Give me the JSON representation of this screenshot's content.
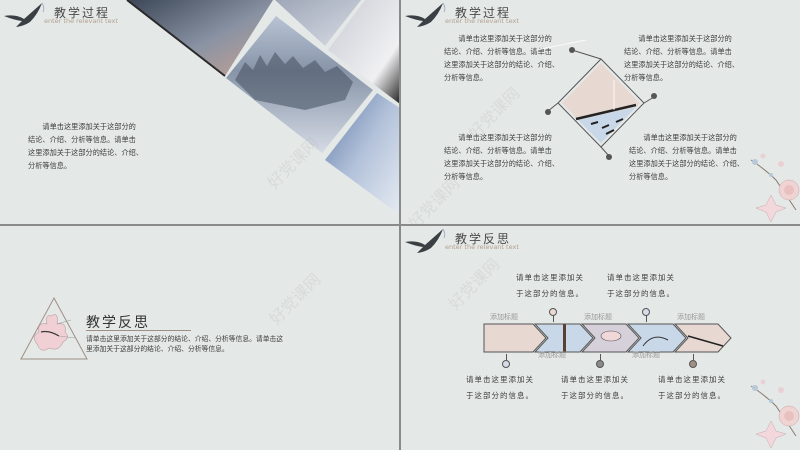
{
  "slides": [
    {
      "id": "slide-1",
      "header": {
        "title": "教学过程",
        "subtitle": "enter the relevant text"
      },
      "paragraph": [
        "请单击这里添加关于这部分的",
        "结论、介绍、分析等信息。请单击",
        "这里添加关于这部分的结论、介绍、",
        "分析等信息。"
      ]
    },
    {
      "id": "slide-2",
      "header": {
        "title": "教学过程",
        "subtitle": "enter the relevant text"
      },
      "blocks": [
        [
          "请单击这里添加关于这部分的",
          "结论、介绍、分析等信息。请单击",
          "这里添加关于这部分的结论、介绍、",
          "分析等信息。"
        ],
        [
          "请单击这里添加关于这部分的",
          "结论、介绍、分析等信息。请单击",
          "这里添加关于这部分的结论、介绍、",
          "分析等信息。"
        ],
        [
          "请单击这里添加关于这部分的",
          "结论、介绍、分析等信息。请单击",
          "这里添加关于这部分的结论、介绍、",
          "分析等信息。"
        ],
        [
          "请单击这里添加关于这部分的",
          "结论、介绍、分析等信息。请单击",
          "这里添加关于这部分的结论、介绍、",
          "分析等信息。"
        ]
      ]
    },
    {
      "id": "slide-3",
      "title": "教学反思",
      "paragraph": [
        "请单击这里添加关于这部分的结论、介绍、分析等信息。请单击这",
        "里添加关于这部分的结论、介绍、分析等信息。"
      ]
    },
    {
      "id": "slide-4",
      "header": {
        "title": "教学反思",
        "subtitle": "enter the relevant text"
      },
      "steps": [
        {
          "label": "添加标题",
          "label_pos": "top",
          "note": [
            "请单击这里添加关",
            "于这部分的信息。"
          ],
          "note_pos": "bottom",
          "fill": "#e8d8d2"
        },
        {
          "label": "添加标题",
          "label_pos": "bottom",
          "note": [
            "请单击这里添加关",
            "于这部分的信息。"
          ],
          "note_pos": "top",
          "fill": "#c9d8e8"
        },
        {
          "label": "添加标题",
          "label_pos": "top",
          "note": [
            "请单击这里添加关",
            "于这部分的信息。"
          ],
          "note_pos": "bottom",
          "fill": "#d9d2d8"
        },
        {
          "label": "添加标题",
          "label_pos": "bottom",
          "note": [
            "请单击这里添加关",
            "于这部分的信息。"
          ],
          "note_pos": "top",
          "fill": "#c9d8e8"
        },
        {
          "label": "添加标题",
          "label_pos": "top",
          "note": [
            "请单击这里添加关",
            "于这部分的信息。"
          ],
          "note_pos": "bottom",
          "fill": "#e8d8d2"
        }
      ]
    }
  ],
  "watermark": "好党课网",
  "colors": {
    "background": "#e4e8e7",
    "text": "#3d3d3d",
    "accent_brown": "#b5a190",
    "pink": "#e8d4cf",
    "blue": "#c9d8e8"
  }
}
